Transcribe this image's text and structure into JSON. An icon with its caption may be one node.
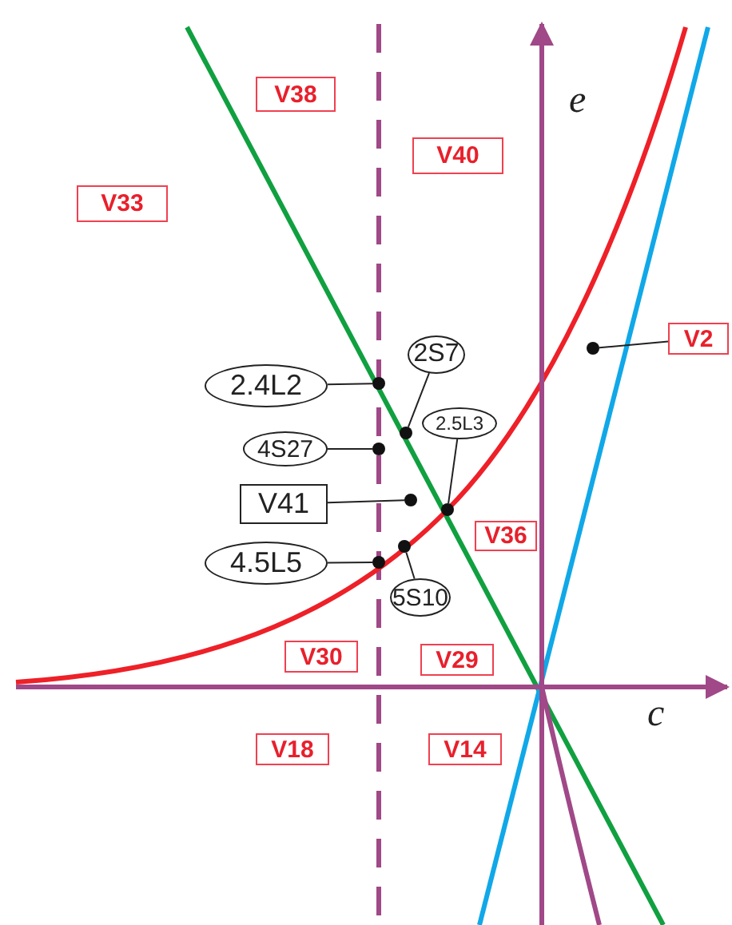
{
  "diagram": {
    "nodes": [
      {
        "text": [
          "V38"
        ]
      },
      {
        "text": [
          "V40"
        ]
      },
      {
        "text": [
          "V33"
        ]
      },
      {
        "text": [
          "V2"
        ]
      },
      {
        "text": [],
        "shape": "circle"
      },
      {
        "text": [
          "2.4L2"
        ]
      },
      {
        "text": [],
        "shape": "circle"
      },
      {
        "text": [
          "2S7"
        ]
      },
      {
        "text": [],
        "shape": "circle"
      },
      {
        "text": [
          "4S27"
        ]
      },
      {
        "text": [],
        "shape": "circle"
      },
      {
        "text": [
          "2.5L3"
        ]
      },
      {
        "text": [],
        "shape": "circle"
      },
      {
        "text": [
          "V41"
        ]
      },
      {
        "text": [],
        "shape": "circle"
      },
      {
        "text": [
          "V36"
        ]
      },
      {
        "text": [
          "4.5L5"
        ]
      },
      {
        "text": [],
        "shape": "circle"
      },
      {
        "text": [],
        "shape": "circle"
      },
      {
        "text": [
          "5S10"
        ]
      },
      {
        "text": [
          "V30"
        ]
      },
      {
        "text": [
          "V29"
        ]
      },
      {
        "text": [
          "V18"
        ]
      },
      {
        "text": [
          "V14"
        ]
      }
    ],
    "edges": [
      {
        "from": 3,
        "to": 4,
        "arrow": "none"
      },
      {
        "from": 5,
        "to": 6,
        "arrow": "none"
      },
      {
        "from": 7,
        "to": 8,
        "arrow": "none"
      },
      {
        "from": 9,
        "to": 10,
        "arrow": "none"
      },
      {
        "from": 11,
        "to": 12,
        "arrow": "none"
      },
      {
        "from": 13,
        "to": 14,
        "arrow": "none"
      },
      {
        "from": 16,
        "to": 17,
        "arrow": "none"
      },
      {
        "from": 19,
        "to": 18,
        "arrow": "none"
      }
    ],
    "labels": [
      "e",
      "c"
    ]
  }
}
